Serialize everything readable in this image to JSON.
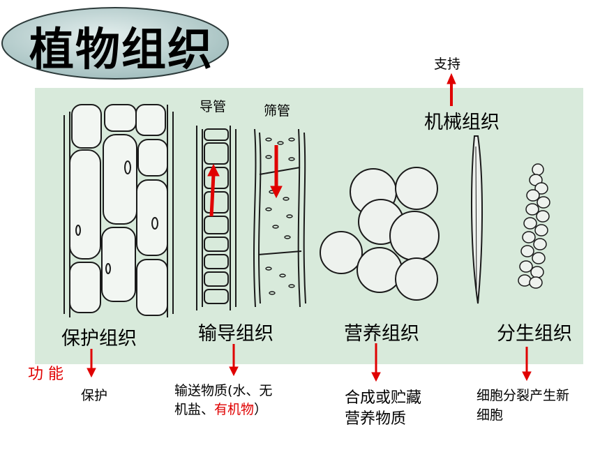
{
  "slide": {
    "title": "植物组织",
    "function_label": "功 能"
  },
  "tissues": [
    {
      "name": "保护组织",
      "function": "保护"
    },
    {
      "name": "输导组织",
      "function_lines": [
        "输送物质(水、无",
        "机盐、"
      ],
      "function_highlight": "有机物",
      "function_tail": "）",
      "sub_labels": [
        "导管",
        "筛管"
      ]
    },
    {
      "name": "营养组织",
      "function_lines": [
        "合成或贮藏",
        "营养物质"
      ]
    },
    {
      "name": "分生组织",
      "function_lines": [
        "细胞分裂产生新",
        "细胞"
      ]
    }
  ],
  "mechanical": {
    "name": "机械组织",
    "function": "支持"
  },
  "colors": {
    "panel": "#d8eadb",
    "arrow": "#e00000",
    "ellipse_fill": "#bcd3d3"
  }
}
